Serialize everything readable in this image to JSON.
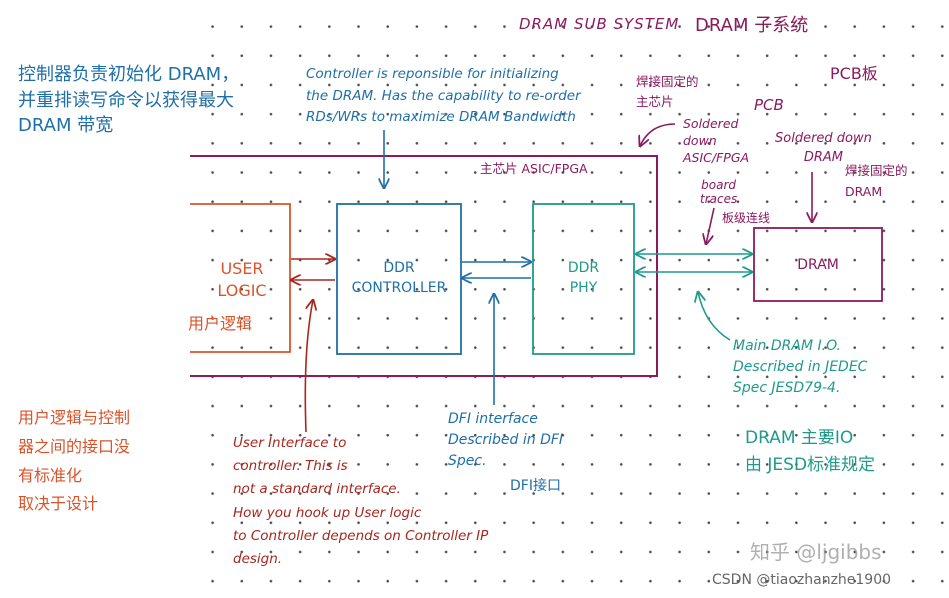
{
  "colors": {
    "purple": "#8b1a5e",
    "blue": "#1f6fa8",
    "teal": "#1f9a8a",
    "orange": "#d9542b",
    "red": "#a8261d"
  },
  "header": {
    "title_en": "DRAM SUB SYSTEM",
    "title_cn": "DRAM 子系统",
    "pcb_label": "PCB板"
  },
  "notes": {
    "controller_cn": "控制器负责初始化 DRAM，\n并重排读写命令以获得最大\nDRAM 带宽",
    "controller_en": "Controller is reponsible for initializing\nthe DRAM. Has the capability to re-order\nRDs/WRs to maximize DRAM Bandwidth",
    "soldered_main_cn": "焊接固定的\n主芯片",
    "pcb_small": "PCB",
    "soldered_asic_en": "Soldered\ndown\nASIC/FPGA",
    "soldered_dram_en": "Soldered down\nDRAM",
    "soldered_dram_cn": "焊接固定的\nDRAM",
    "board_traces_en": "board\ntraces",
    "board_traces_cn": "板级连线",
    "dram_io_en": "Main DRAM I.O.\nDescribed in JEDEC\nSpec JESD79-4.",
    "dram_io_cn": "DRAM 主要IO\n由 JESD标准规定",
    "dfi_en": "DFI interface\nDescribed in DFI\nSpec.",
    "dfi_cn": "DFI接口",
    "user_if_cn": "用户逻辑与控制\n器之间的接口没\n有标准化\n取决于设计",
    "user_if_en": "User Interface to\ncontroller. This is\nnot a standard interface.\nHow you hook up User logic\nto Controller depends on Controller IP\ndesign."
  },
  "blocks": {
    "chip_label": "主芯片 ASIC/FPGA",
    "user_logic_en": "USER\nLOGIC",
    "user_logic_cn": "用户逻辑",
    "ddr_controller": "DDR\nCONTROLLER",
    "ddr_phy": "DDR\nPHY",
    "dram": "DRAM"
  },
  "watermark": {
    "zhihu": "知乎 @ljgibbs",
    "csdn": "CSDN @tiaozhanzhe1900"
  }
}
